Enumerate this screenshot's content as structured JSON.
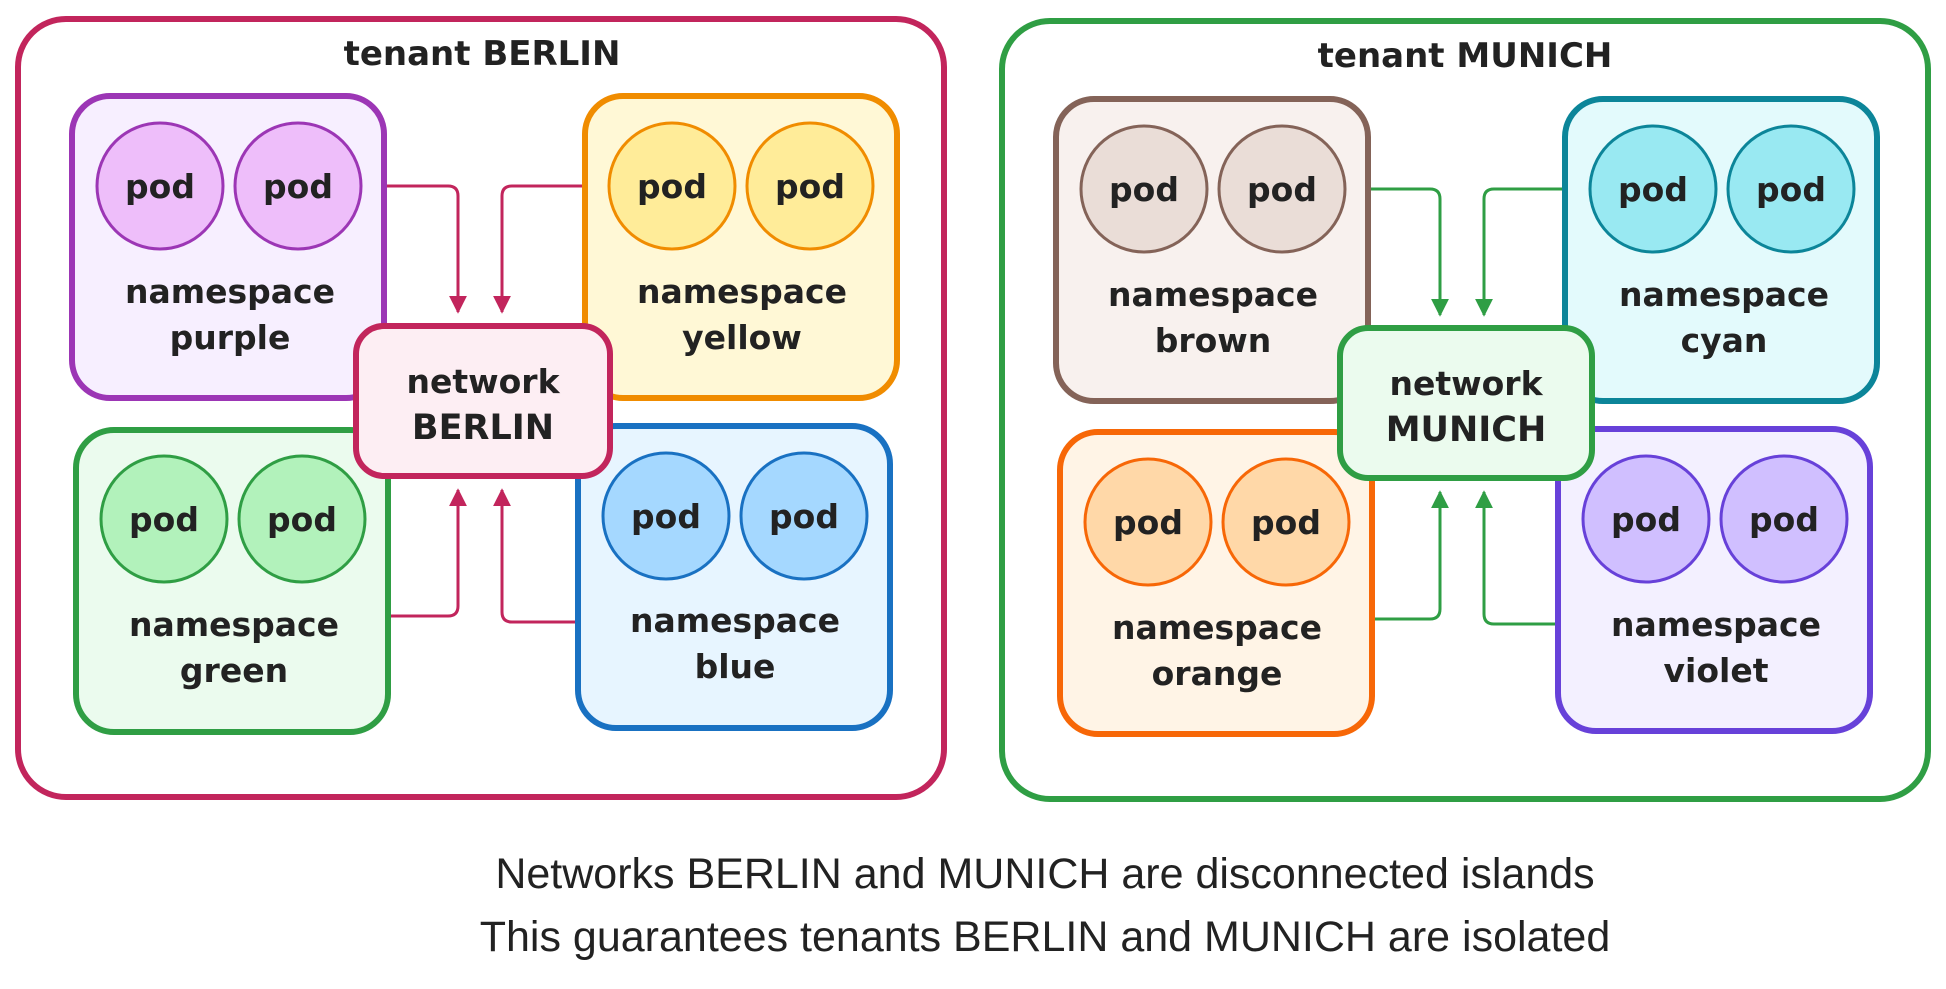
{
  "pod_label": "pod",
  "caption": {
    "line1": "Networks BERLIN and MUNICH are disconnected islands",
    "line2": "This guarantees tenants BERLIN and MUNICH are isolated"
  },
  "tenants": [
    {
      "id": "berlin",
      "title": "tenant BERLIN",
      "color": "#c2255c",
      "network": {
        "line1": "network",
        "line2": "BERLIN",
        "fill": "#fdeef3"
      },
      "namespaces": [
        {
          "id": "purple",
          "line1": "namespace",
          "line2": "purple",
          "stroke": "#9c36b5",
          "fill": "#f7efff",
          "pod_fill": "#eebefa"
        },
        {
          "id": "yellow",
          "line1": "namespace",
          "line2": "yellow",
          "stroke": "#f08c00",
          "fill": "#fff8d6",
          "pod_fill": "#ffec99"
        },
        {
          "id": "green",
          "line1": "namespace",
          "line2": "green",
          "stroke": "#2f9e44",
          "fill": "#ebfbee",
          "pod_fill": "#b2f2bb"
        },
        {
          "id": "blue",
          "line1": "namespace",
          "line2": "blue",
          "stroke": "#1971c2",
          "fill": "#e7f5ff",
          "pod_fill": "#a5d8ff"
        }
      ]
    },
    {
      "id": "munich",
      "title": "tenant MUNICH",
      "color": "#2f9e44",
      "network": {
        "line1": "network",
        "line2": "MUNICH",
        "fill": "#ebfbee"
      },
      "namespaces": [
        {
          "id": "brown",
          "line1": "namespace",
          "line2": "brown",
          "stroke": "#846358",
          "fill": "#f8f1ee",
          "pod_fill": "#eaddd7"
        },
        {
          "id": "cyan",
          "line1": "namespace",
          "line2": "cyan",
          "stroke": "#0c8599",
          "fill": "#e3fafc",
          "pod_fill": "#99e9f2"
        },
        {
          "id": "orange",
          "line1": "namespace",
          "line2": "orange",
          "stroke": "#f76707",
          "fill": "#fff4e6",
          "pod_fill": "#ffd8a8"
        },
        {
          "id": "violet",
          "line1": "namespace",
          "line2": "violet",
          "stroke": "#6741d9",
          "fill": "#f3f0ff",
          "pod_fill": "#d0bfff"
        }
      ]
    }
  ]
}
